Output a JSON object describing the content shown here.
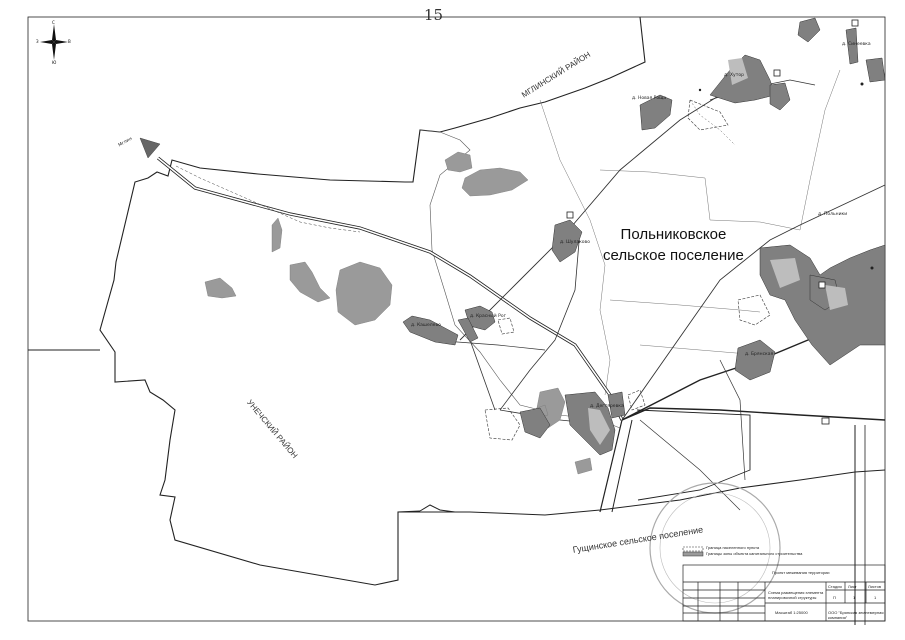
{
  "page_number": "15",
  "settlement": {
    "line1": "Польниковское",
    "line2": "сельское поселение"
  },
  "districts": {
    "north": "МГЛИНСКИЙ РАЙОН",
    "west": "УНЕЧСКИЙ РАЙОН",
    "south": "Гущинское сельское поселение"
  },
  "compass": {
    "north": "С",
    "south": "Ю",
    "west": "З",
    "east": "В"
  },
  "arrow_label": "Мглин",
  "villages": [
    {
      "name": "д. Польники"
    },
    {
      "name": "д. Кашелево"
    },
    {
      "name": "д. Новая Роща"
    },
    {
      "name": "д. Красный Рог"
    },
    {
      "name": "д. Шулаково"
    },
    {
      "name": "д. Брянская"
    },
    {
      "name": "д. Дегтяревка"
    },
    {
      "name": "д. Хутор"
    },
    {
      "name": "д. Синеевка"
    }
  ],
  "title_block": {
    "legend_1": "Граница населенного пункта",
    "legend_2": "Границы зоны объекта капитального строительства",
    "project": "Проект межевания территории",
    "drawing": "Схема размещения элемента планировочной структуры",
    "scale": "Масштаб 1:25000",
    "org": "ООО \"Брянская землемерная компания\"",
    "stage_h": "Стадия",
    "sheet_h": "Лист",
    "sheets_h": "Листов",
    "stage_v": "П",
    "sheet_v": "1",
    "sheets_v": "1"
  }
}
